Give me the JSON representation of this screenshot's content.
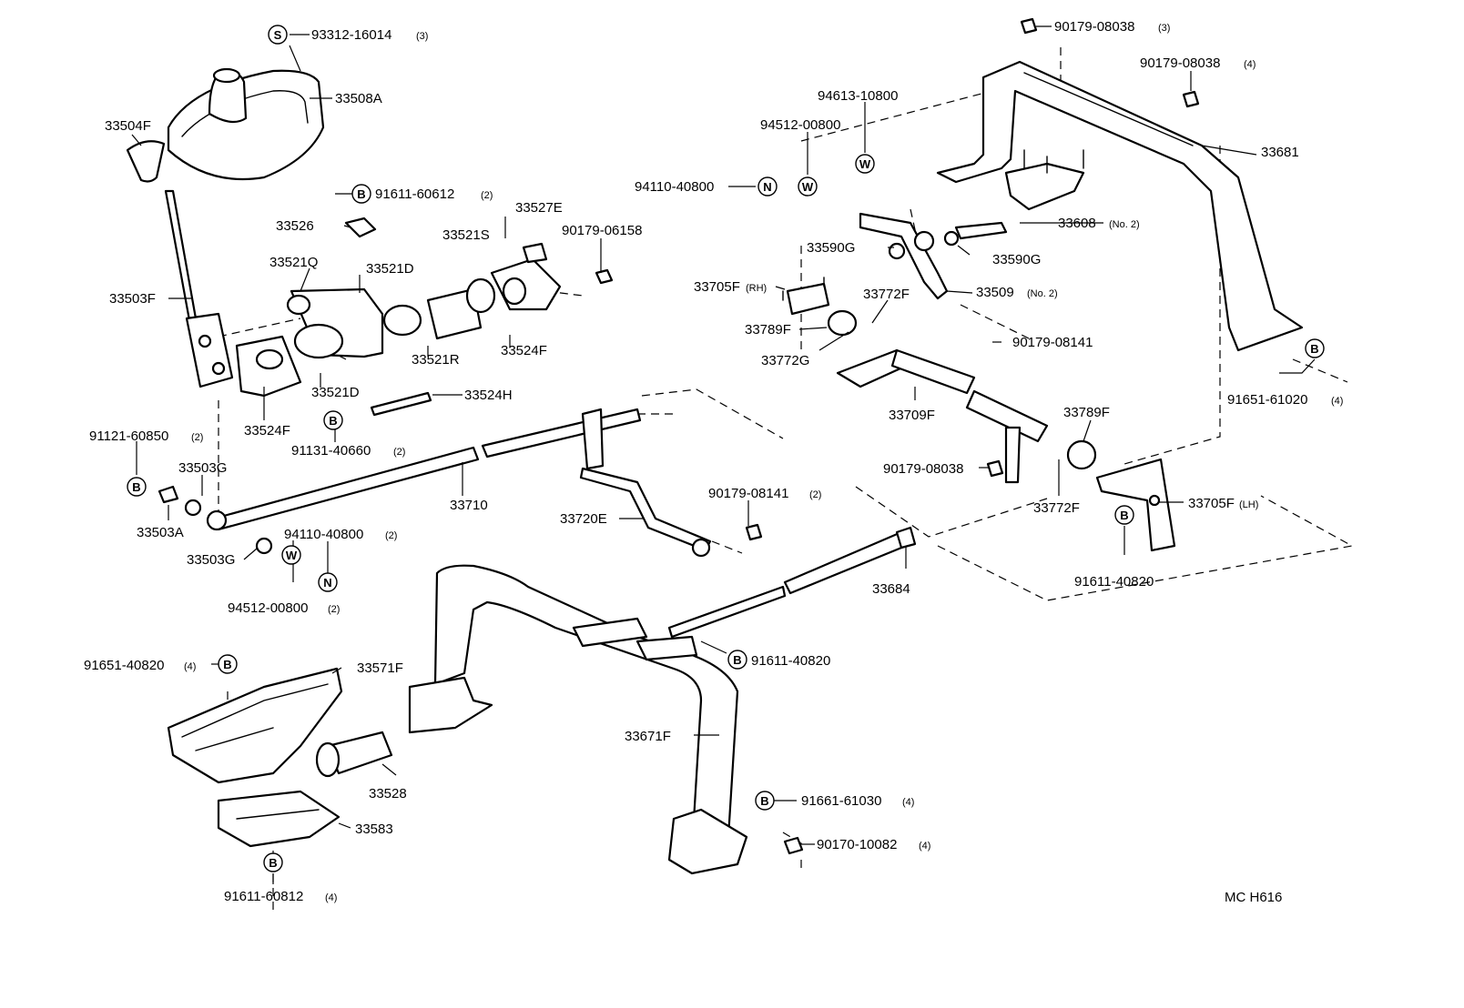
{
  "diagram_id": "MC H616",
  "code_symbols": {
    "S": "S",
    "B": "B",
    "W": "W",
    "N": "N"
  },
  "labels": {
    "p93312": "93312-16014",
    "p93312_q": "(3)",
    "p33504F": "33504F",
    "p33508A": "33508A",
    "p91611_60612": "91611-60612",
    "p91611_60612_q": "(2)",
    "p33527E": "33527E",
    "p33526": "33526",
    "p33521S": "33521S",
    "p90179_06158": "90179-06158",
    "p33521Q": "33521Q",
    "p33521D_top": "33521D",
    "p33503F": "33503F",
    "p33521R": "33521R",
    "p33524F_right": "33524F",
    "p33521D_bot": "33521D",
    "p33524H": "33524H",
    "p33524F_left": "33524F",
    "p91121": "91121-60850",
    "p91121_q": "(2)",
    "p91131": "91131-40660",
    "p91131_q": "(2)",
    "p33503G_top": "33503G",
    "p33710": "33710",
    "p33503A": "33503A",
    "p94110_left": "94110-40800",
    "p94110_left_q": "(2)",
    "p33503G_bot": "33503G",
    "p94512_left": "94512-00800",
    "p94512_left_q": "(2)",
    "p90179_08141_left": "90179-08141",
    "p90179_08141_left_q": "(2)",
    "p33720E": "33720E",
    "p90179_08038_top": "90179-08038",
    "p90179_08038_top_q": "(3)",
    "p90179_08038_r": "90179-08038",
    "p90179_08038_r_q": "(4)",
    "p94613": "94613-10800",
    "p94512_right": "94512-00800",
    "p94110_right": "94110-40800",
    "p33681": "33681",
    "p33608": "33608",
    "p33608_q": "(No. 2)",
    "p33590G_left": "33590G",
    "p33590G_right": "33590G",
    "p33705F_RH": "33705F",
    "p33705F_RH_q": "(RH)",
    "p33772F_top": "33772F",
    "p33509": "33509",
    "p33509_q": "(No. 2)",
    "p33789F_left": "33789F",
    "p90179_08141_right": "90179-08141",
    "p33772G": "33772G",
    "p91651_61020": "91651-61020",
    "p91651_61020_q": "(4)",
    "p33709F": "33709F",
    "p33789F_right": "33789F",
    "p90179_08038_mid": "90179-08038",
    "p33772F_bot": "33772F",
    "p33705F_LH": "33705F",
    "p33705F_LH_q": "(LH)",
    "p91611_40820_right": "91611-40820",
    "p33684": "33684",
    "p91611_40820_mid": "91611-40820",
    "p91651_40820": "91651-40820",
    "p91651_40820_q": "(4)",
    "p33571F": "33571F",
    "p33671F": "33671F",
    "p33528": "33528",
    "p33583": "33583",
    "p91611_60812": "91611-60812",
    "p91611_60812_q": "(4)",
    "p91661": "91661-61030",
    "p91661_q": "(4)",
    "p90170": "90170-10082",
    "p90170_q": "(4)"
  }
}
